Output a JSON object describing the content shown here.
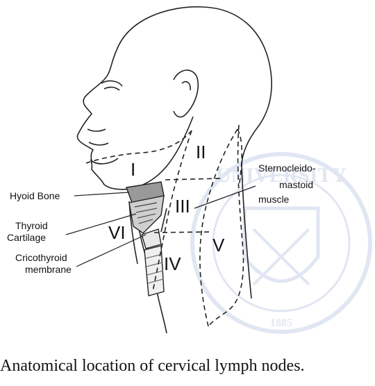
{
  "caption": "Anatomical location of cervical lymph nodes.",
  "labels": {
    "hyoid_bone": "Hyoid Bone",
    "thyroid_cartilage_line1": "Thyroid",
    "thyroid_cartilage_line2": "Cartilage",
    "cricothyroid_line1": "Cricothyroid",
    "cricothyroid_line2": "membrane",
    "scm_line1": "Sternocleido-",
    "scm_line2": "mastoid",
    "scm_line3": "muscle"
  },
  "levels": [
    "I",
    "II",
    "III",
    "IV",
    "V",
    "VI"
  ],
  "watermark": {
    "color": "#c7d3e8",
    "text_top": "UNIVERSITY",
    "text_bottom": "1885"
  }
}
